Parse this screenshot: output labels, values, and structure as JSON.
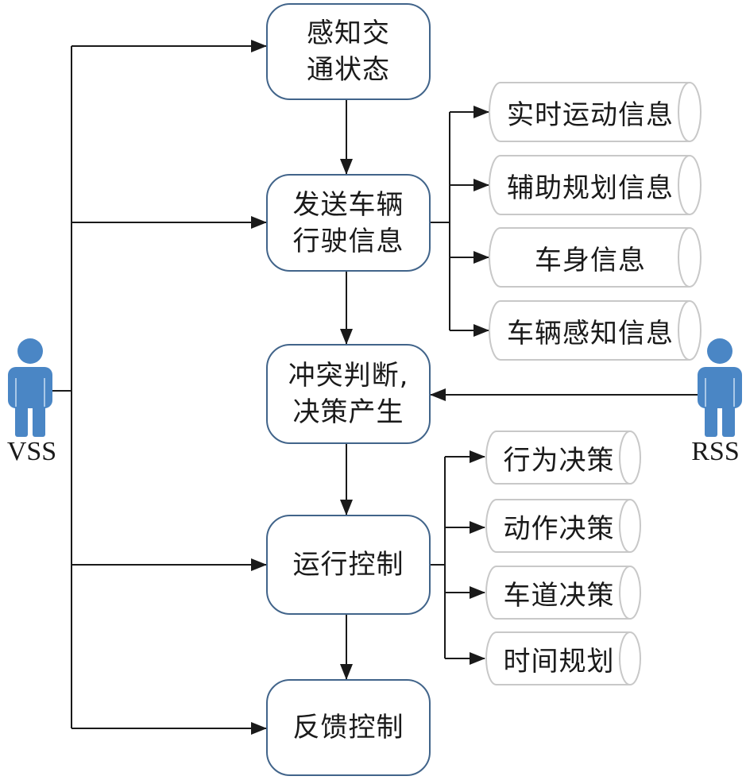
{
  "colors": {
    "process_border": "#41648a",
    "store_border": "#c8c8c8",
    "connector": "#1a1a1a",
    "actor_fill": "#4a86c5"
  },
  "actors": {
    "left": {
      "label": "VSS",
      "icon": "person-icon"
    },
    "right": {
      "label": "RSS",
      "icon": "person-icon"
    }
  },
  "processes": {
    "perceive": "感知交\n通状态",
    "send_info": "发送车辆\n行驶信息",
    "conflict": "冲突判断,\n决策产生",
    "run_control": "运行控制",
    "feedback": "反馈控制"
  },
  "info_stores": [
    "实时运动信息",
    "辅助规划信息",
    "车身信息",
    "车辆感知信息"
  ],
  "decision_stores": [
    "行为决策",
    "动作决策",
    "车道决策",
    "时间规划"
  ]
}
